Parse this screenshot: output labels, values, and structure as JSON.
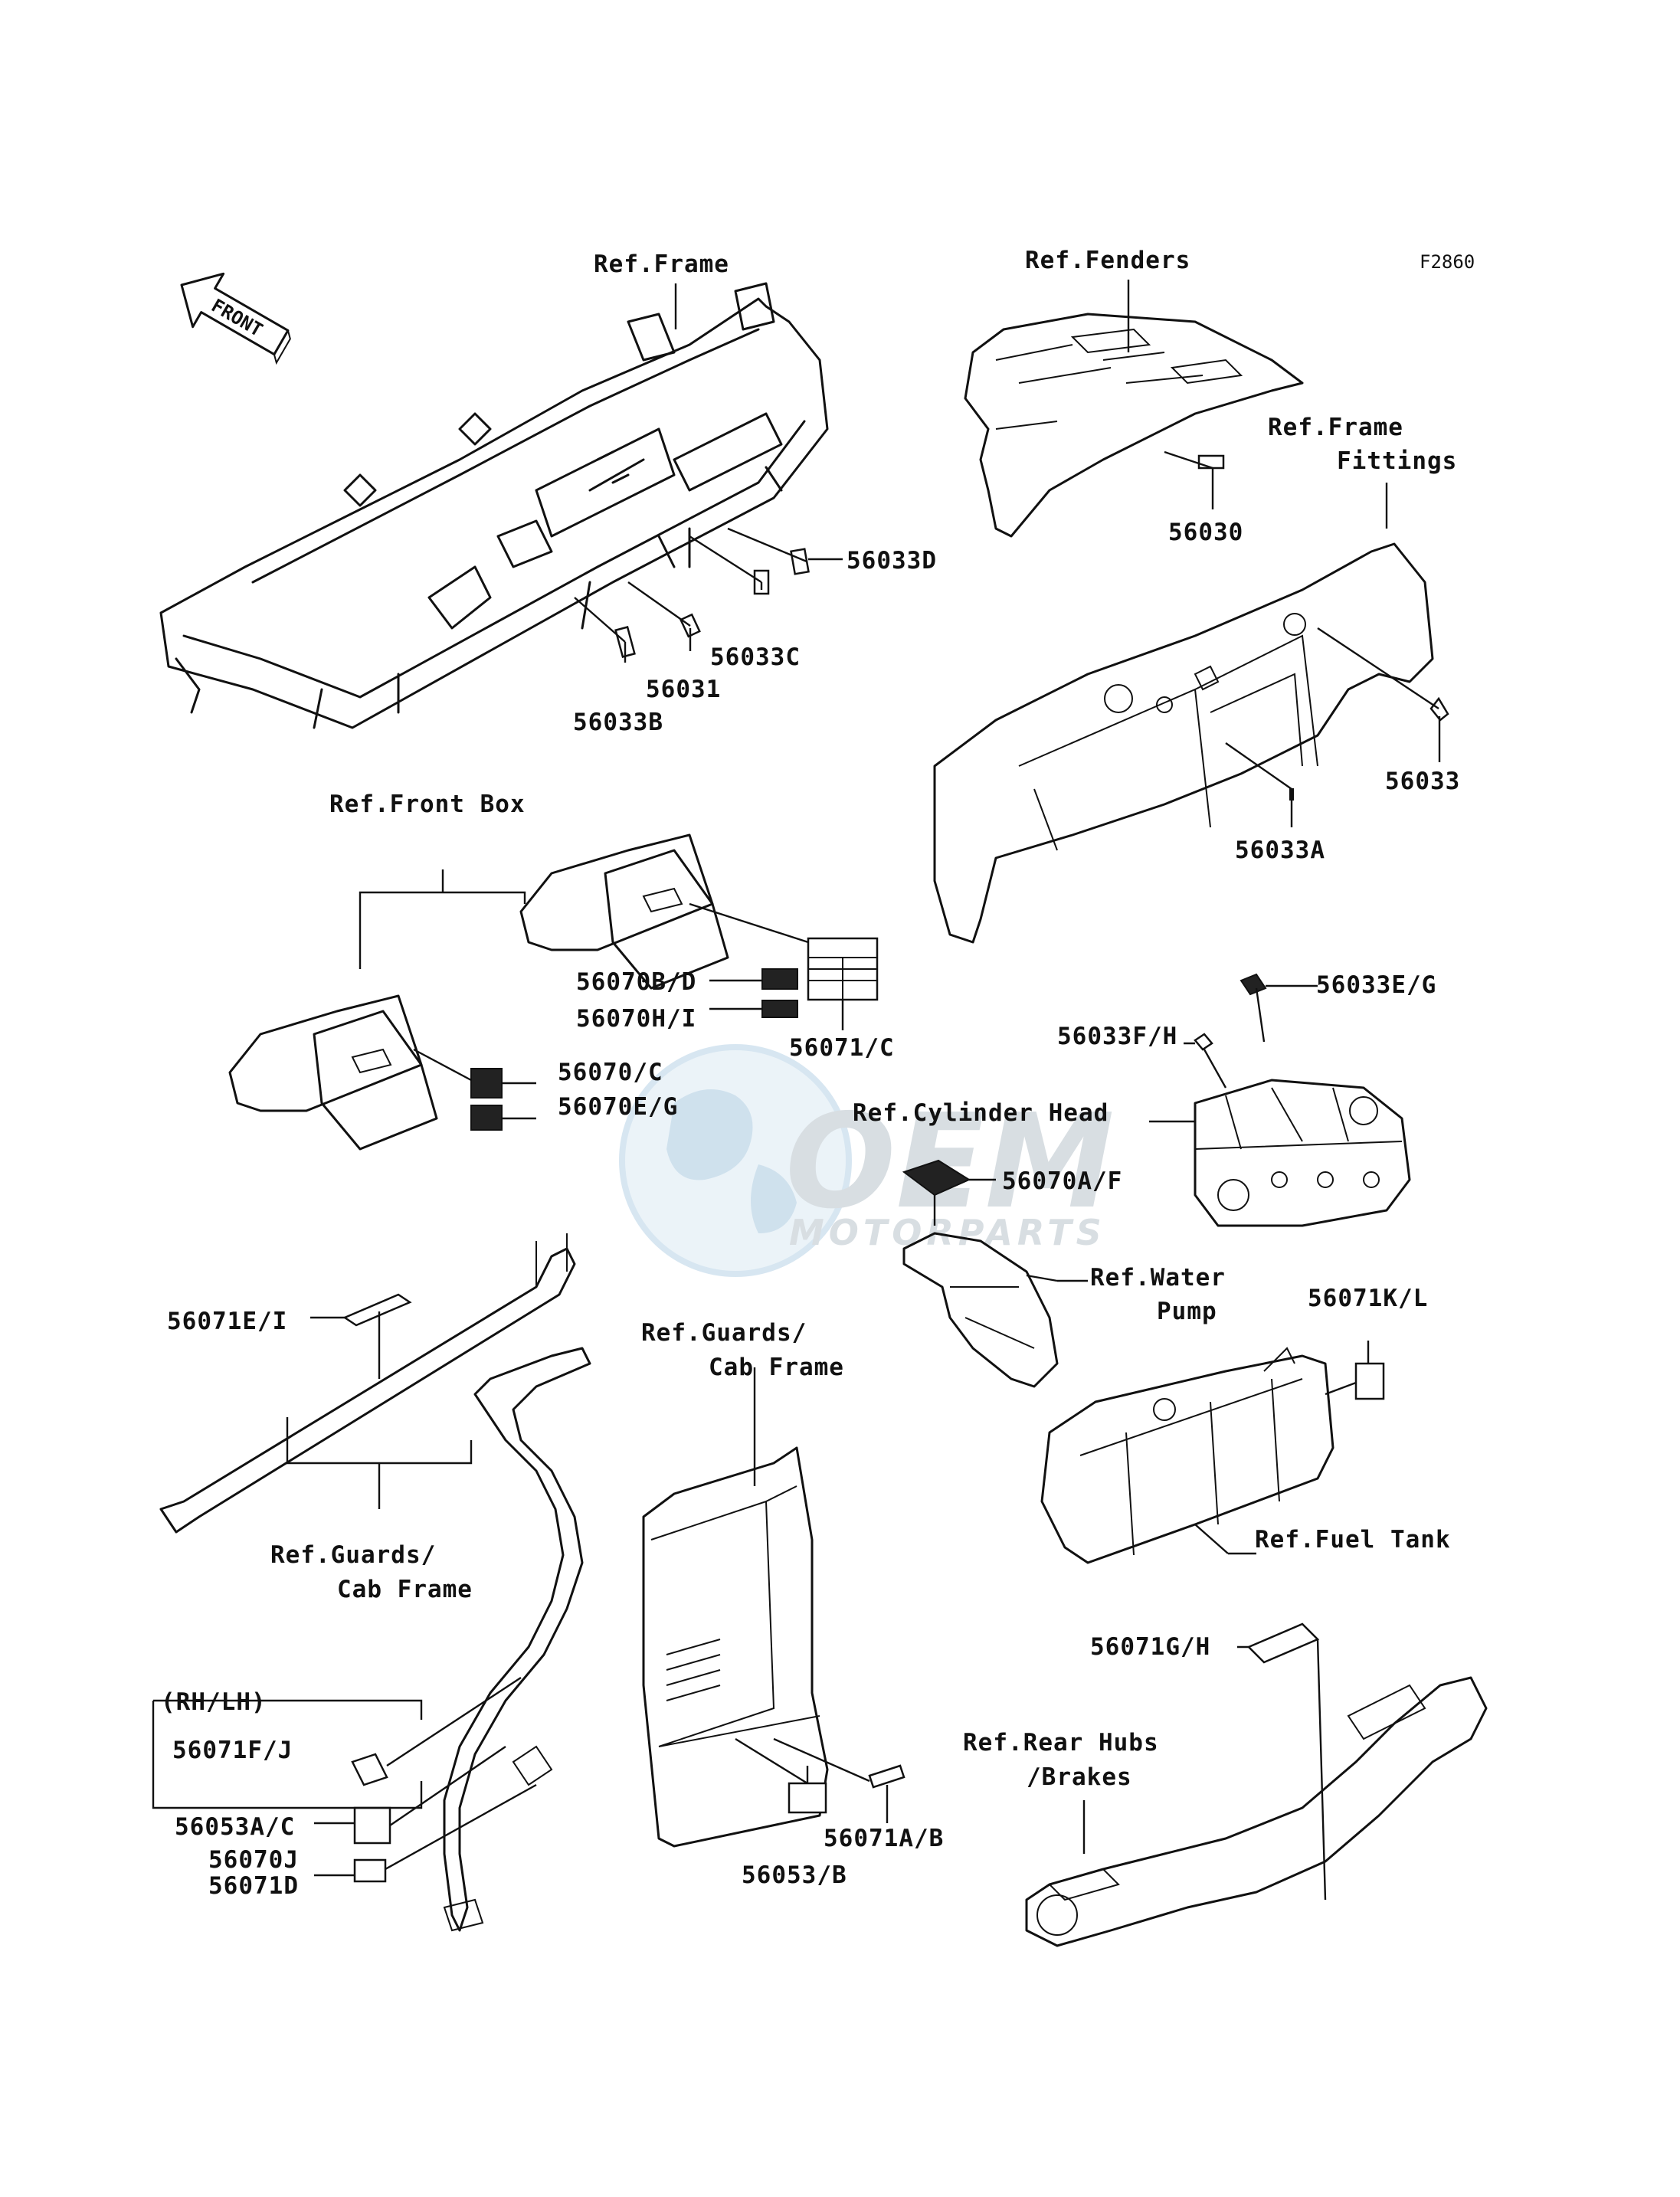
{
  "diagram_code": "F2860",
  "watermark": {
    "brand": "OEM",
    "sub": "MOTORPARTS"
  },
  "front_arrow": "FRONT",
  "refs": {
    "frame": "Ref.Frame",
    "fenders": "Ref.Fenders",
    "frame_fittings_1": "Ref.Frame",
    "frame_fittings_2": "Fittings",
    "front_box": "Ref.Front Box",
    "cylinder_head": "Ref.Cylinder Head",
    "water_pump_1": "Ref.Water",
    "water_pump_2": "Pump",
    "guards_cab_a_1": "Ref.Guards/",
    "guards_cab_a_2": "Cab Frame",
    "guards_cab_b_1": "Ref.Guards/",
    "guards_cab_b_2": "Cab Frame",
    "fuel_tank": "Ref.Fuel Tank",
    "rear_hubs_1": "Ref.Rear Hubs",
    "rear_hubs_2": "/Brakes",
    "rh_lh": "(RH/LH)"
  },
  "parts": {
    "p56033D": "56033D",
    "p56033C": "56033C",
    "p56031": "56031",
    "p56033B": "56033B",
    "p56030": "56030",
    "p56033": "56033",
    "p56033A": "56033A",
    "p56070BD": "56070B/D",
    "p56070HI": "56070H/I",
    "p56071C": "56071/C",
    "p56070C": "56070/C",
    "p56070EG": "56070E/G",
    "p56033EG": "56033E/G",
    "p56033FH": "56033F/H",
    "p56070AF": "56070A/F",
    "p56071EI": "56071E/I",
    "p56071KL": "56071K/L",
    "p56071FJ": "56071F/J",
    "p56053AC": "56053A/C",
    "p56070J": "56070J",
    "p56071D": "56071D",
    "p56053B": "56053/B",
    "p56071AB": "56071A/B",
    "p56071GH": "56071G/H"
  }
}
